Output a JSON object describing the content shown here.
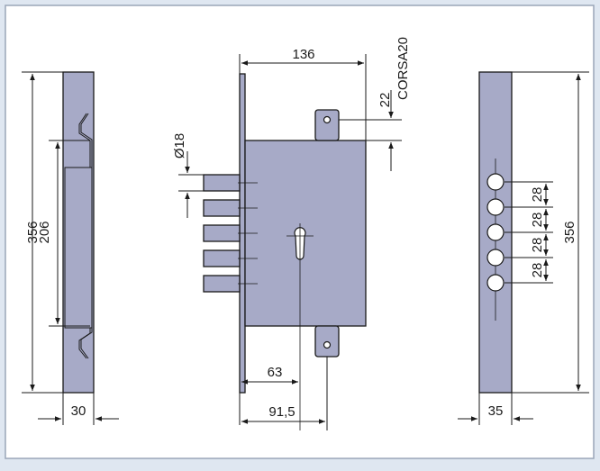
{
  "drawing": {
    "model_label": "CORSA20",
    "side_view": {
      "height": "356",
      "inner_height": "206",
      "width": "30"
    },
    "front_view": {
      "width_top": "136",
      "offset_top": "22",
      "bolt_diameter": "Ø18",
      "cylinder_offset": "63",
      "backset": "91,5"
    },
    "faceplate_view": {
      "height": "356",
      "width": "35",
      "bolt_spacing": [
        "28",
        "28",
        "28",
        "28"
      ]
    }
  }
}
